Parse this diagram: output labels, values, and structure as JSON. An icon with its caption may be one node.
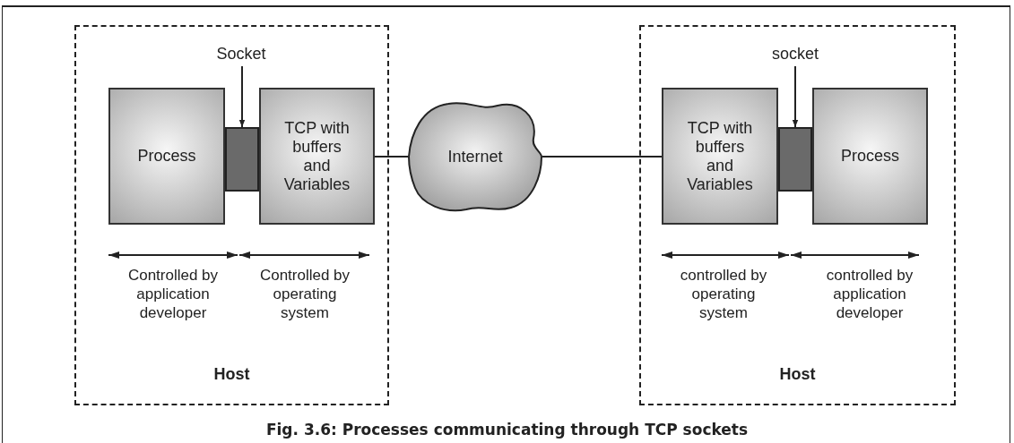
{
  "diagram": {
    "caption": "Fig. 3.6: Processes communicating through TCP sockets",
    "nodes": [
      {
        "text": [
          "Host"
        ]
      },
      {
        "text": [
          "Process"
        ],
        "in": 0
      },
      {
        "text": [],
        "shape": "box",
        "in": 0
      },
      {
        "text": [
          "TCP with buffers and Variables"
        ],
        "in": 0
      },
      {
        "text": [
          "Socket"
        ],
        "in": 0
      },
      {
        "text": [
          "Internet"
        ]
      },
      {
        "text": [
          "Host"
        ]
      },
      {
        "text": [
          "TCP with buffers and Variables"
        ],
        "in": 6
      },
      {
        "text": [],
        "shape": "box",
        "in": 6
      },
      {
        "text": [
          "Process"
        ],
        "in": 6
      },
      {
        "text": [
          "socket"
        ],
        "in": 6
      }
    ],
    "edges": [
      {
        "from": 4,
        "to": 2,
        "arrow": "to"
      },
      {
        "from": 3,
        "to": 5,
        "arrow": "none"
      },
      {
        "from": 5,
        "to": 7,
        "arrow": "none"
      },
      {
        "from": 10,
        "to": 8,
        "arrow": "to"
      }
    ],
    "labels": [
      "Controlled by application developer",
      "Controlled by operating system",
      "controlled by operating system",
      "controlled by application developer"
    ]
  }
}
